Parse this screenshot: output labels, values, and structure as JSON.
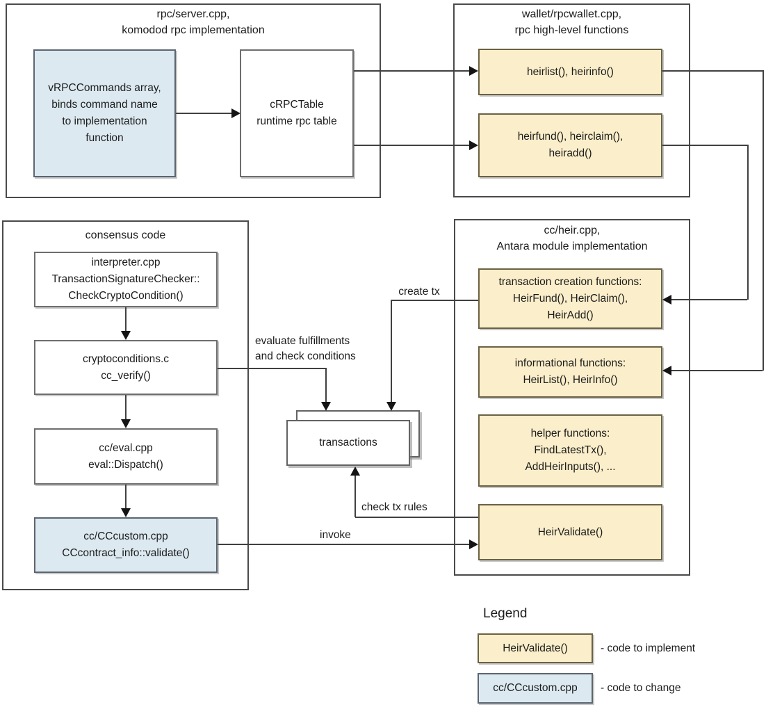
{
  "colors": {
    "yellow_fill": "#fbeeca",
    "blue_fill": "#dce9f1",
    "line": "#404040"
  },
  "boxes": {
    "rpc_server": {
      "title": "rpc/server.cpp,\nkomodod rpc implementation"
    },
    "vrpc_commands": {
      "text": "vRPCCommands array,\nbinds command name\nto implementation\nfunction"
    },
    "crpc_table": {
      "text": "cRPCTable\nruntime rpc table"
    },
    "wallet": {
      "title": "wallet/rpcwallet.cpp,\nrpc high-level functions"
    },
    "heirlist_rpc": {
      "text": "heirlist(), heirinfo()"
    },
    "heirfund_rpc": {
      "text": "heirfund(), heirclaim(),\nheiradd()"
    },
    "consensus": {
      "title": "consensus code"
    },
    "interpreter": {
      "text": "interpreter.cpp\nTransactionSignatureChecker::\nCheckCryptoCondition()"
    },
    "cryptoconditions": {
      "text": "cryptoconditions.c\ncc_verify()"
    },
    "cc_eval": {
      "text": "cc/eval.cpp\neval::Dispatch()"
    },
    "cc_custom": {
      "text": "cc/CCcustom.cpp\nCCcontract_info::validate()"
    },
    "heir": {
      "title": "cc/heir.cpp,\nAntara module implementation"
    },
    "tx_creation": {
      "text": "transaction creation functions:\nHeirFund(), HeirClaim(),\nHeirAdd()"
    },
    "informational": {
      "text": "informational functions:\nHeirList(), HeirInfo()"
    },
    "helpers": {
      "text": "helper functions:\nFindLatestTx(),\nAddHeirInputs(), ..."
    },
    "heir_validate": {
      "text": "HeirValidate()"
    },
    "transactions": {
      "text": "transactions"
    }
  },
  "labels": {
    "create_tx": "create tx",
    "evaluate": "evaluate fulfillments\nand check conditions",
    "check_tx_rules": "check tx rules",
    "invoke": "invoke"
  },
  "legend": {
    "heading": "Legend",
    "items": [
      {
        "sample": "HeirValidate()",
        "description": "- code to implement"
      },
      {
        "sample": "cc/CCcustom.cpp",
        "description": "- code to change"
      }
    ]
  }
}
